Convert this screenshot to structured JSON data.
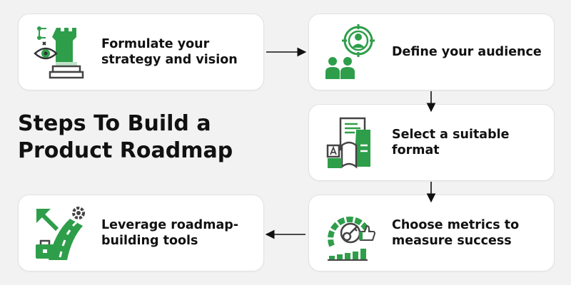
{
  "title": "Steps To Build a Product Roadmap",
  "accent_color": "#2e9e4a",
  "steps": [
    {
      "id": "strategy",
      "label_lines": [
        "Formulate your",
        "strategy and vision"
      ],
      "icon": "chess-rook-eye-icon"
    },
    {
      "id": "audience",
      "label_lines": [
        "Define your audience"
      ],
      "icon": "audience-target-icon"
    },
    {
      "id": "format",
      "label_lines": [
        "Select a suitable",
        "format"
      ],
      "icon": "document-format-icon"
    },
    {
      "id": "metrics",
      "label_lines": [
        "Choose metrics to",
        "measure success"
      ],
      "icon": "metrics-gauge-icon"
    },
    {
      "id": "tools",
      "label_lines": [
        "Leverage roadmap-",
        "building tools"
      ],
      "icon": "road-toolbox-icon"
    }
  ],
  "edges": [
    {
      "from": "strategy",
      "to": "audience"
    },
    {
      "from": "audience",
      "to": "format"
    },
    {
      "from": "format",
      "to": "metrics"
    },
    {
      "from": "metrics",
      "to": "tools"
    }
  ]
}
